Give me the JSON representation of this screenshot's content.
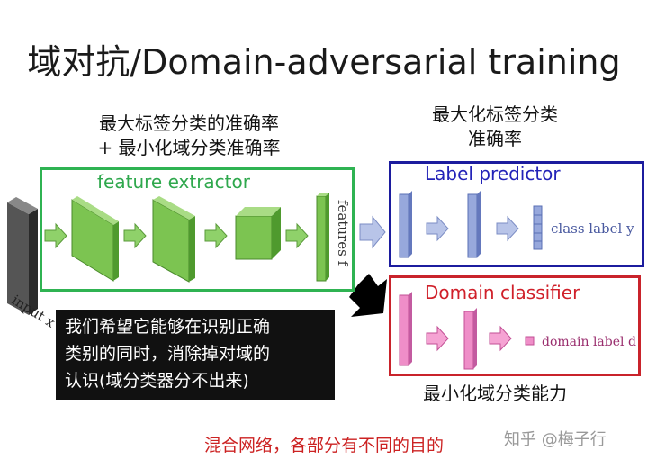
{
  "title": "域对抗/Domain-adversarial training",
  "left_caption": [
    "最大标签分类的准确率",
    "+ 最小化域分类准确率"
  ],
  "right_caption": [
    "最大化标签分类",
    "准确率"
  ],
  "bottom_caption": "最小化域分类能力",
  "feature_extractor": {
    "title": "feature extractor",
    "features_label": "features f",
    "border_color": "#2fb352"
  },
  "input_label": "input x",
  "label_predictor": {
    "title": "Label predictor",
    "output_label": "class label y",
    "border_color": "#1c1c9e"
  },
  "domain_classifier": {
    "title": "Domain classifier",
    "output_label": "domain label d",
    "border_color": "#c9232b"
  },
  "note": [
    "我们希望它能够在识别正确",
    "类别的同时，消除掉对域的",
    "认识(域分类器分不出来)"
  ],
  "footer": "混合网络，各部分有不同的目的",
  "watermark": "知乎 @梅子行"
}
